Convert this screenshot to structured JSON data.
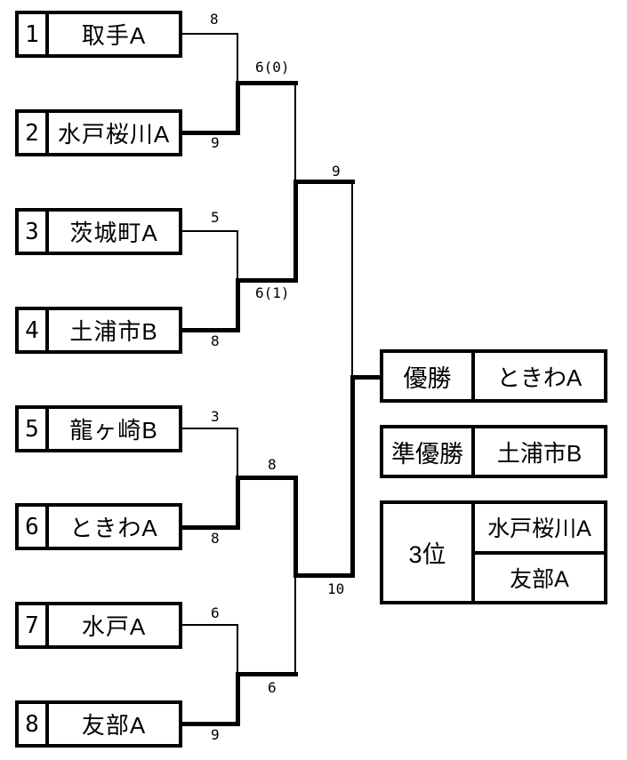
{
  "teams": [
    {
      "seed": "1",
      "name": "取手A",
      "score": "8"
    },
    {
      "seed": "2",
      "name": "水戸桜川A",
      "score": "9"
    },
    {
      "seed": "3",
      "name": "茨城町A",
      "score": "5"
    },
    {
      "seed": "4",
      "name": "土浦市B",
      "score": "8"
    },
    {
      "seed": "5",
      "name": "龍ヶ崎B",
      "score": "3"
    },
    {
      "seed": "6",
      "name": "ときわA",
      "score": "8"
    },
    {
      "seed": "7",
      "name": "水戸A",
      "score": "6"
    },
    {
      "seed": "8",
      "name": "友部A",
      "score": "9"
    }
  ],
  "semifinals": [
    {
      "top_score": "6(0)",
      "bottom_score": "6(1)"
    },
    {
      "top_score": "8",
      "bottom_score": "6"
    }
  ],
  "final": {
    "top_score": "9",
    "bottom_score": "10"
  },
  "results": {
    "champion_label": "優勝",
    "champion_name": "ときわA",
    "runner_up_label": "準優勝",
    "runner_up_name": "土浦市B",
    "third_label": "3位",
    "third_names": [
      "水戸桜川A",
      "友部A"
    ]
  },
  "colors": {
    "line": "#000000",
    "background": "#ffffff"
  }
}
